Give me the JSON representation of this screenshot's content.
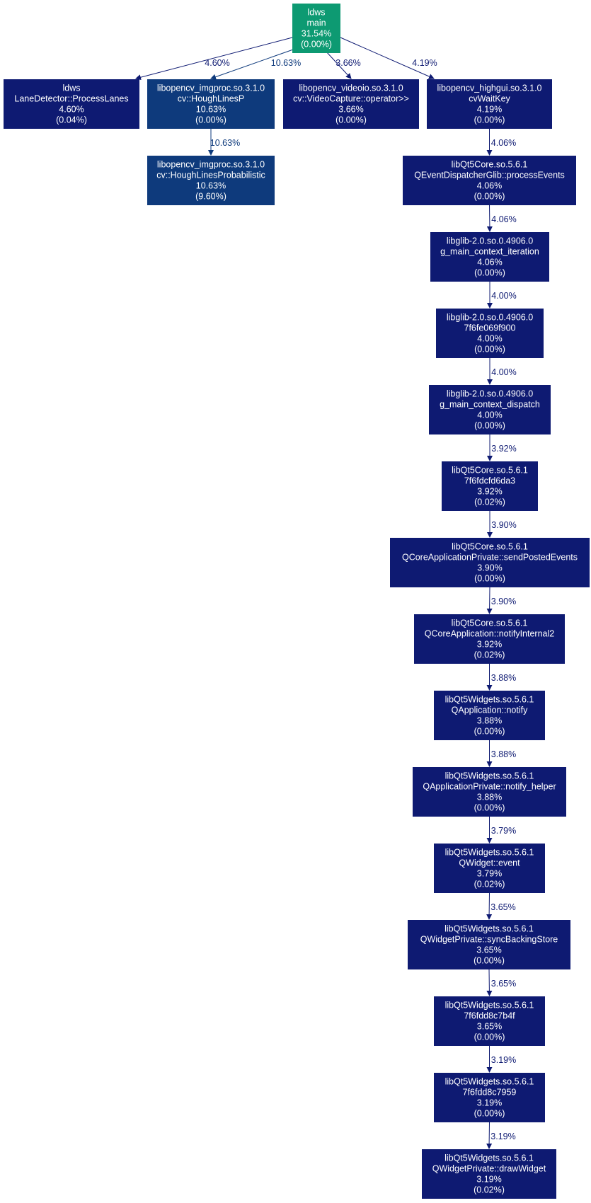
{
  "colors": {
    "root_node": "#0d9a72",
    "hot_node": "#0e3a7c",
    "cool_node": "#0e1a72",
    "edge_dark": "#0e1a72",
    "edge_hot": "#0e3a7c",
    "node_text": "#ffffff"
  },
  "nodes": [
    {
      "id": "main",
      "lines": [
        "ldws",
        "main",
        "31.54%",
        "(0.00%)"
      ],
      "color": "root_node"
    },
    {
      "id": "processlanes",
      "lines": [
        "ldws",
        "LaneDetector::ProcessLanes",
        "4.60%",
        "(0.04%)"
      ],
      "color": "cool_node"
    },
    {
      "id": "houghlinesp",
      "lines": [
        "libopencv_imgproc.so.3.1.0",
        "cv::HoughLinesP",
        "10.63%",
        "(0.00%)"
      ],
      "color": "hot_node"
    },
    {
      "id": "videocapture",
      "lines": [
        "libopencv_videoio.so.3.1.0",
        "cv::VideoCapture::operator>>",
        "3.66%",
        "(0.00%)"
      ],
      "color": "cool_node"
    },
    {
      "id": "cvwaitkey",
      "lines": [
        "libopencv_highgui.so.3.1.0",
        "cvWaitKey",
        "4.19%",
        "(0.00%)"
      ],
      "color": "cool_node"
    },
    {
      "id": "houghprob",
      "lines": [
        "libopencv_imgproc.so.3.1.0",
        "cv::HoughLinesProbabilistic",
        "10.63%",
        "(9.60%)"
      ],
      "color": "hot_node"
    },
    {
      "id": "processevents",
      "lines": [
        "libQt5Core.so.5.6.1",
        "QEventDispatcherGlib::processEvents",
        "4.06%",
        "(0.00%)"
      ],
      "color": "cool_node"
    },
    {
      "id": "gmainiter",
      "lines": [
        "libglib-2.0.so.0.4906.0",
        "g_main_context_iteration",
        "4.06%",
        "(0.00%)"
      ],
      "color": "cool_node"
    },
    {
      "id": "glib7f6",
      "lines": [
        "libglib-2.0.so.0.4906.0",
        "7f6fe069f900",
        "4.00%",
        "(0.00%)"
      ],
      "color": "cool_node"
    },
    {
      "id": "gmaindispatch",
      "lines": [
        "libglib-2.0.so.0.4906.0",
        "g_main_context_dispatch",
        "4.00%",
        "(0.00%)"
      ],
      "color": "cool_node"
    },
    {
      "id": "qt5core7f6",
      "lines": [
        "libQt5Core.so.5.6.1",
        "7f6fdcfd6da3",
        "3.92%",
        "(0.02%)"
      ],
      "color": "cool_node"
    },
    {
      "id": "sendposted",
      "lines": [
        "libQt5Core.so.5.6.1",
        "QCoreApplicationPrivate::sendPostedEvents",
        "3.90%",
        "(0.00%)"
      ],
      "color": "cool_node"
    },
    {
      "id": "notifyinternal",
      "lines": [
        "libQt5Core.so.5.6.1",
        "QCoreApplication::notifyInternal2",
        "3.92%",
        "(0.02%)"
      ],
      "color": "cool_node"
    },
    {
      "id": "qappnotify",
      "lines": [
        "libQt5Widgets.so.5.6.1",
        "QApplication::notify",
        "3.88%",
        "(0.00%)"
      ],
      "color": "cool_node"
    },
    {
      "id": "notifyhelper",
      "lines": [
        "libQt5Widgets.so.5.6.1",
        "QApplicationPrivate::notify_helper",
        "3.88%",
        "(0.00%)"
      ],
      "color": "cool_node"
    },
    {
      "id": "qwidgetevent",
      "lines": [
        "libQt5Widgets.so.5.6.1",
        "QWidget::event",
        "3.79%",
        "(0.02%)"
      ],
      "color": "cool_node"
    },
    {
      "id": "syncbacking",
      "lines": [
        "libQt5Widgets.so.5.6.1",
        "QWidgetPrivate::syncBackingStore",
        "3.65%",
        "(0.00%)"
      ],
      "color": "cool_node"
    },
    {
      "id": "qtw7f6b4f",
      "lines": [
        "libQt5Widgets.so.5.6.1",
        "7f6fdd8c7b4f",
        "3.65%",
        "(0.00%)"
      ],
      "color": "cool_node"
    },
    {
      "id": "qtw7f6959",
      "lines": [
        "libQt5Widgets.so.5.6.1",
        "7f6fdd8c7959",
        "3.19%",
        "(0.00%)"
      ],
      "color": "cool_node"
    },
    {
      "id": "drawwidget",
      "lines": [
        "libQt5Widgets.so.5.6.1",
        "QWidgetPrivate::drawWidget",
        "3.19%",
        "(0.02%)"
      ],
      "color": "cool_node"
    }
  ],
  "edges": [
    {
      "from": "main",
      "to": "processlanes",
      "label": "4.60%",
      "color": "edge_dark"
    },
    {
      "from": "main",
      "to": "houghlinesp",
      "label": "10.63%",
      "color": "edge_hot"
    },
    {
      "from": "main",
      "to": "videocapture",
      "label": "3.66%",
      "color": "edge_dark"
    },
    {
      "from": "main",
      "to": "cvwaitkey",
      "label": "4.19%",
      "color": "edge_dark"
    },
    {
      "from": "houghlinesp",
      "to": "houghprob",
      "label": "10.63%",
      "color": "edge_hot"
    },
    {
      "from": "cvwaitkey",
      "to": "processevents",
      "label": "4.06%",
      "color": "edge_dark"
    },
    {
      "from": "processevents",
      "to": "gmainiter",
      "label": "4.06%",
      "color": "edge_dark"
    },
    {
      "from": "gmainiter",
      "to": "glib7f6",
      "label": "4.00%",
      "color": "edge_dark"
    },
    {
      "from": "glib7f6",
      "to": "gmaindispatch",
      "label": "4.00%",
      "color": "edge_dark"
    },
    {
      "from": "gmaindispatch",
      "to": "qt5core7f6",
      "label": "3.92%",
      "color": "edge_dark"
    },
    {
      "from": "qt5core7f6",
      "to": "sendposted",
      "label": "3.90%",
      "color": "edge_dark"
    },
    {
      "from": "sendposted",
      "to": "notifyinternal",
      "label": "3.90%",
      "color": "edge_dark"
    },
    {
      "from": "notifyinternal",
      "to": "qappnotify",
      "label": "3.88%",
      "color": "edge_dark"
    },
    {
      "from": "qappnotify",
      "to": "notifyhelper",
      "label": "3.88%",
      "color": "edge_dark"
    },
    {
      "from": "notifyhelper",
      "to": "qwidgetevent",
      "label": "3.79%",
      "color": "edge_dark"
    },
    {
      "from": "qwidgetevent",
      "to": "syncbacking",
      "label": "3.65%",
      "color": "edge_dark"
    },
    {
      "from": "syncbacking",
      "to": "qtw7f6b4f",
      "label": "3.65%",
      "color": "edge_dark"
    },
    {
      "from": "qtw7f6b4f",
      "to": "qtw7f6959",
      "label": "3.19%",
      "color": "edge_dark"
    },
    {
      "from": "qtw7f6959",
      "to": "drawwidget",
      "label": "3.19%",
      "color": "edge_dark"
    }
  ]
}
